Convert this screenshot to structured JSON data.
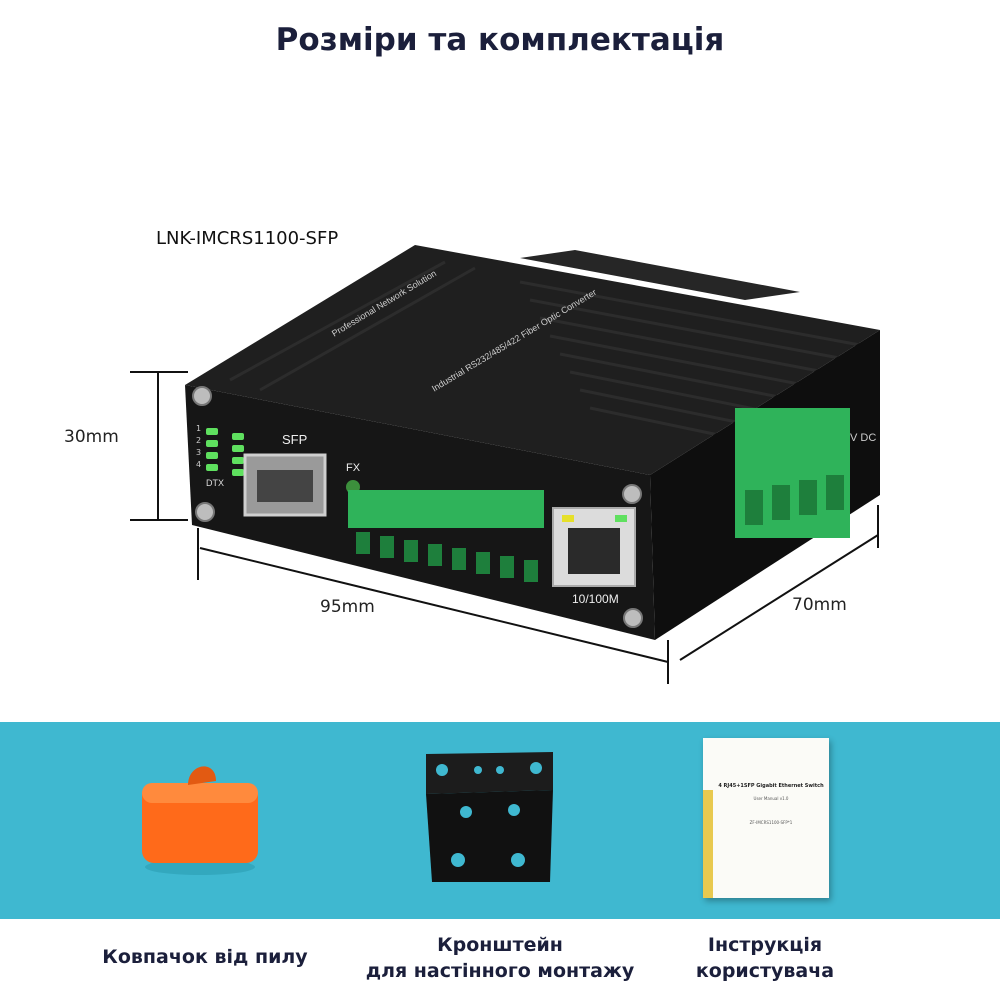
{
  "page": {
    "title": "Розміри та комплектація"
  },
  "product": {
    "model": "LNK-IMCRS1100-SFP",
    "dimensions": {
      "height": "30mm",
      "width": "95mm",
      "depth": "70mm"
    },
    "housing_labels": {
      "brand_line": "Professional Network Solution",
      "product_line": "Industrial RS232/485/422 Fiber Optic Converter",
      "sfp": "SFP",
      "fx": "FX",
      "rj45_speed": "10/100M",
      "dtx": "DTX",
      "vdc": "V DC",
      "led_numbers": [
        "1",
        "2",
        "3",
        "4"
      ]
    }
  },
  "accessories": [
    {
      "name": "dust-cap",
      "caption_lines": [
        "Ковпачок від пилу"
      ]
    },
    {
      "name": "wall-bracket",
      "caption_lines": [
        "Кронштейн",
        "для настінного монтажу"
      ]
    },
    {
      "name": "user-manual",
      "caption_lines": [
        "Інструкція",
        "користувача"
      ],
      "manual_text": {
        "heading": "4 RJ45+1SFP Gigabit Ethernet Switch",
        "subheading": "User Manual v1.0",
        "model": "ZF-IMCRS1100-SFP*1"
      }
    }
  ],
  "colors": {
    "band": "#3fb8d0",
    "title": "#1b1f3b",
    "housing": "#141414",
    "terminal": "#2fb35a",
    "cap": "#ff6a1a"
  }
}
